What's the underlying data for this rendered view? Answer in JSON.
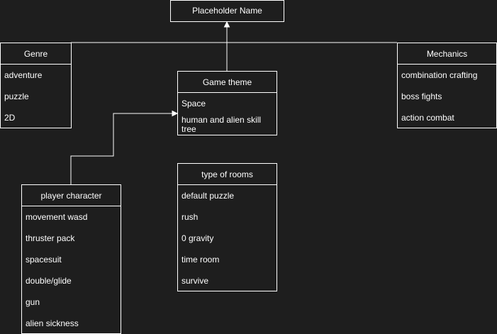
{
  "title_box": {
    "label": "Placeholder Name"
  },
  "genre": {
    "header": "Genre",
    "items": [
      "adventure",
      "puzzle",
      "2D"
    ]
  },
  "mechanics": {
    "header": "Mechanics",
    "items": [
      "combination crafting",
      "boss fights",
      "action combat"
    ]
  },
  "game_theme": {
    "header": "Game theme",
    "items": [
      "Space",
      "human and alien skill tree"
    ]
  },
  "type_of_rooms": {
    "header": "type of rooms",
    "items": [
      "default puzzle",
      "rush",
      "0 gravity",
      "time room",
      "survive"
    ]
  },
  "player_character": {
    "header": "player character",
    "items": [
      "movement wasd",
      "thruster pack",
      "spacesuit",
      "double/glide",
      "gun",
      "alien sickness"
    ]
  },
  "colors": {
    "background": "#1e1e1e",
    "stroke": "#ffffff",
    "text": "#ffffff"
  }
}
